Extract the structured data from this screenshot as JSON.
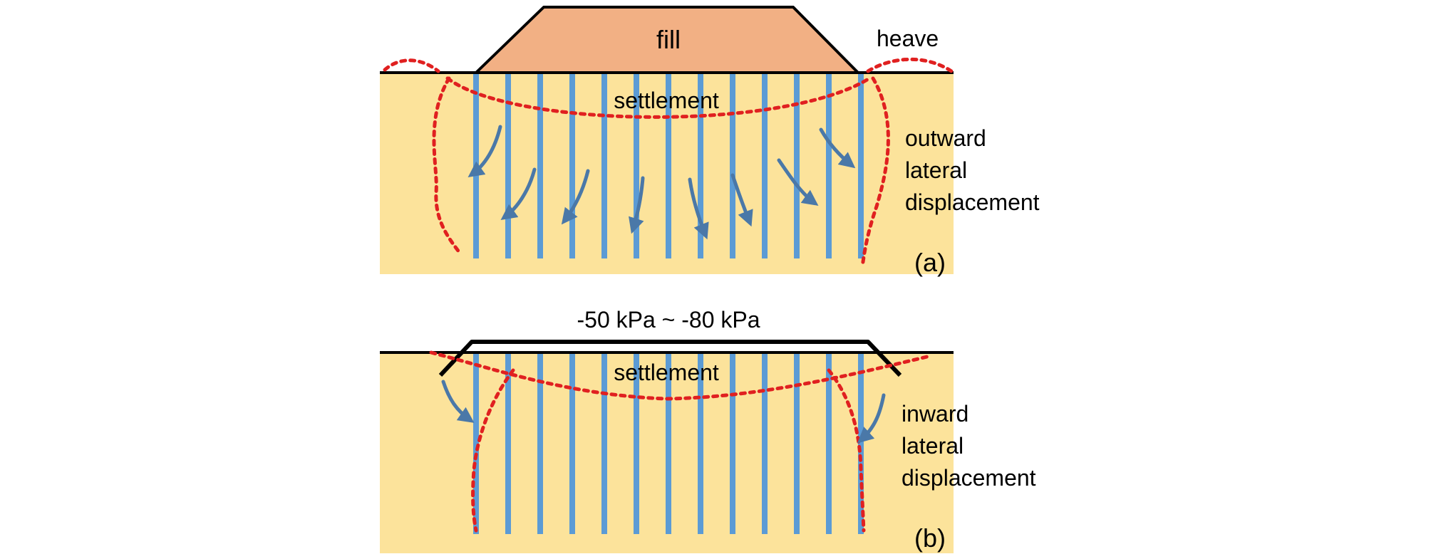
{
  "panel_a": {
    "fill_label": "fill",
    "heave_label": "heave",
    "settlement_label": "settlement",
    "lateral_line1": "outward",
    "lateral_line2": "lateral",
    "lateral_line3": "displacement",
    "panel_label": "(a)"
  },
  "panel_b": {
    "pressure_label": "-50 kPa ~ -80 kPa",
    "settlement_label": "settlement",
    "lateral_line1": "inward",
    "lateral_line2": "lateral",
    "lateral_line3": "displacement",
    "panel_label": "(b)"
  },
  "colors": {
    "soil": "#FCE39B",
    "fill": "#F2B084",
    "drain": "#5B9BD5",
    "arrow": "#4A78A8",
    "deformation": "#E02020",
    "outline": "#000000"
  },
  "drain_count": 13
}
